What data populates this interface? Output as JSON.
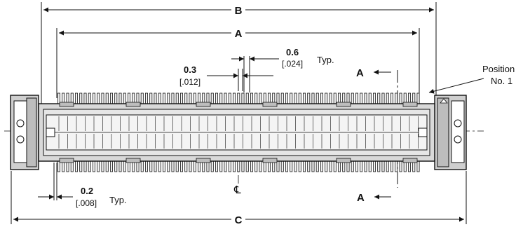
{
  "dimensions": {
    "B": "B",
    "A": "A",
    "C": "C",
    "pitch_value": "0.6",
    "pitch_inch": "[.024]",
    "pitch_note": "Typ.",
    "width_value": "0.3",
    "width_inch": "[.012]",
    "gap_value": "0.2",
    "gap_inch": "[.008]",
    "gap_note": "Typ."
  },
  "annotations": {
    "section_top": "A",
    "section_bottom": "A",
    "position_line1": "Position",
    "position_line2": "No. 1",
    "centerline": "℄"
  },
  "colors": {
    "line": "#111111",
    "body_fill": "#d9d9d9",
    "housing_fill": "#bdbdbd",
    "pin_fill": "#f2f2f2"
  }
}
